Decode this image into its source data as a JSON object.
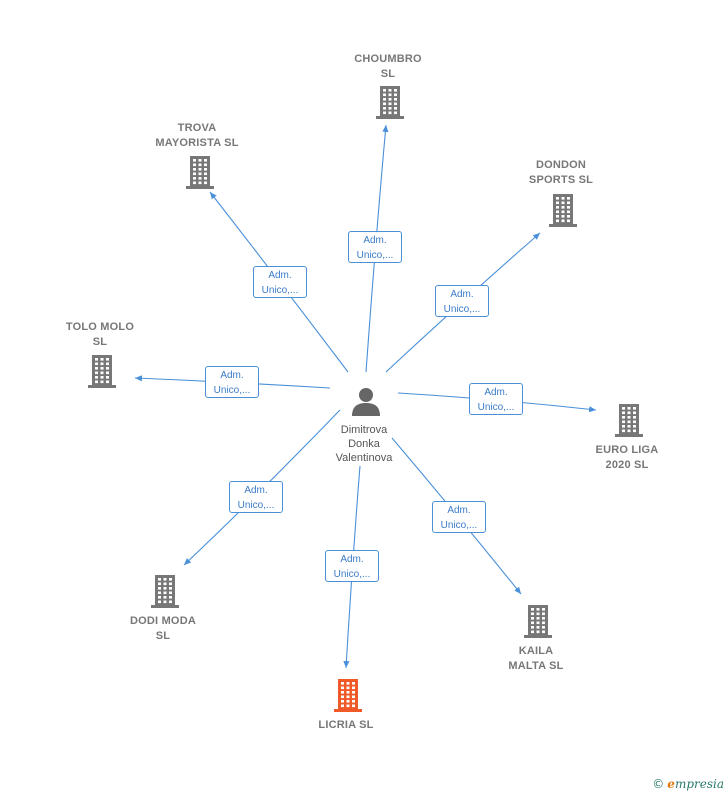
{
  "center": {
    "name": "Dimitrova\nDonka\nValentinova"
  },
  "relation_label": "Adm.\nUnico,...",
  "companies": [
    {
      "id": "choumbro",
      "name": "CHOUMBRO\nSL",
      "highlight": false
    },
    {
      "id": "trova",
      "name": "TROVA\nMAYORISTA  SL",
      "highlight": false
    },
    {
      "id": "dondon",
      "name": "DONDON\nSPORTS  SL",
      "highlight": false
    },
    {
      "id": "tolomolo",
      "name": "TOLO MOLO\nSL",
      "highlight": false
    },
    {
      "id": "euroliga",
      "name": "EURO LIGA\n2020  SL",
      "highlight": false
    },
    {
      "id": "dodimoda",
      "name": "DODI MODA\nSL",
      "highlight": false
    },
    {
      "id": "kaila",
      "name": "KAILA\nMALTA  SL",
      "highlight": false
    },
    {
      "id": "licria",
      "name": "LICRIA  SL",
      "highlight": true
    }
  ],
  "edges": [
    {
      "to": "choumbro",
      "label": "Adm.\nUnico,..."
    },
    {
      "to": "trova",
      "label": "Adm.\nUnico,..."
    },
    {
      "to": "dondon",
      "label": "Adm.\nUnico,..."
    },
    {
      "to": "tolomolo",
      "label": "Adm.\nUnico,..."
    },
    {
      "to": "euroliga",
      "label": "Adm.\nUnico,..."
    },
    {
      "to": "dodimoda",
      "label": "Adm.\nUnico,..."
    },
    {
      "to": "kaila",
      "label": "Adm.\nUnico,..."
    },
    {
      "to": "licria",
      "label": "Adm.\nUnico,..."
    }
  ],
  "colors": {
    "edge": "#4a90d9",
    "building": "#777777",
    "building_highlight": "#f05a28",
    "person": "#666666"
  },
  "footer": {
    "copyright": "©",
    "brand_first": "e",
    "brand_rest": "mpresia"
  }
}
